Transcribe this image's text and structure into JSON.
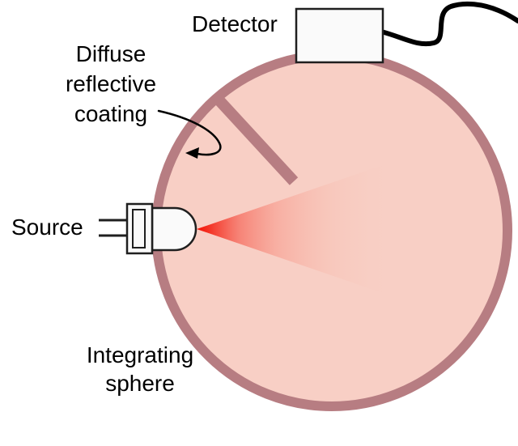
{
  "diagram": {
    "title": "Integrating sphere measurement setup",
    "components": [
      "detector",
      "detector-cable",
      "diffuse-reflective-coating",
      "baffle",
      "led-source",
      "light-beam",
      "integrating-sphere"
    ]
  },
  "labels": {
    "detector": "Detector",
    "coating_line1": "Diffuse",
    "coating_line2": "reflective",
    "coating_line3": "coating",
    "source": "Source",
    "sphere_line1": "Integrating",
    "sphere_line2": "sphere"
  },
  "colors": {
    "sphere_fill": "#f8cfc5",
    "sphere_rim": "#b77d82",
    "beam_red": "#f40f02",
    "device_fill": "#fafafa",
    "outline": "#1f1f1f",
    "cable": "#000000",
    "text": "#000000",
    "background": "#ffffff"
  }
}
